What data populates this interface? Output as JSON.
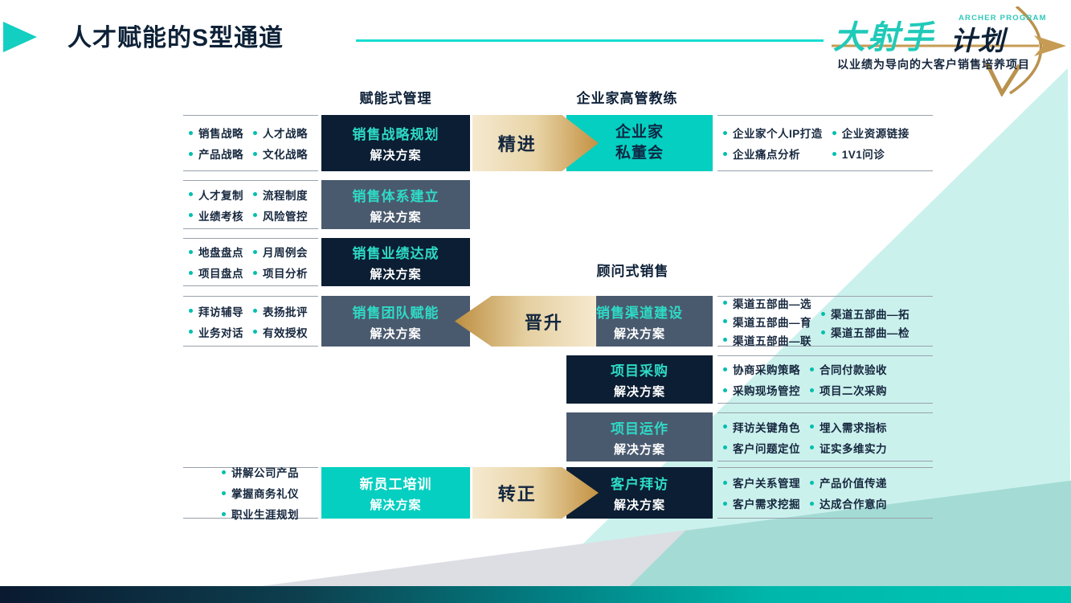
{
  "title": "人才赋能的S型通道",
  "logo": {
    "brand_primary": "大射手",
    "brand_secondary": "计划",
    "program_label": "ARCHER PROGRAM",
    "tagline": "以业绩为导向的大客户销售培养项目"
  },
  "section_headers": {
    "empower_mgmt": "赋能式管理",
    "exec_coach": "企业家高管教练",
    "consult_sales": "顾问式销售"
  },
  "stage_arrows": {
    "promote_top": "精进",
    "promote_mid": "晋升",
    "promote_bottom": "转正"
  },
  "left_rows": [
    {
      "box": {
        "title": "销售战略规划",
        "subtitle": "解决方案"
      },
      "a": [
        "销售战略",
        "产品战略"
      ],
      "b": [
        "人才战略",
        "文化战略"
      ]
    },
    {
      "box": {
        "title": "销售体系建立",
        "subtitle": "解决方案"
      },
      "a": [
        "人才复制",
        "业绩考核"
      ],
      "b": [
        "流程制度",
        "风险管控"
      ]
    },
    {
      "box": {
        "title": "销售业绩达成",
        "subtitle": "解决方案"
      },
      "a": [
        "地盘盘点",
        "项目盘点"
      ],
      "b": [
        "月周例会",
        "项目分析"
      ]
    },
    {
      "box": {
        "title": "销售团队赋能",
        "subtitle": "解决方案"
      },
      "a": [
        "拜访辅导",
        "业务对话"
      ],
      "b": [
        "表扬批评",
        "有效授权"
      ]
    },
    {
      "box": {
        "title": "新员工培训",
        "subtitle": "解决方案"
      },
      "a": [
        "讲解公司产品",
        "掌握商务礼仪",
        "职业生涯规划"
      ]
    }
  ],
  "right_rows": [
    {
      "box": {
        "title": "企业家",
        "subtitle": "私董会"
      },
      "a": [
        "企业家个人IP打造",
        "企业痛点分析"
      ],
      "b": [
        "企业资源链接",
        "1V1问诊"
      ]
    },
    {
      "box": {
        "title": "销售渠道建设",
        "subtitle": "解决方案"
      },
      "a": [
        "渠道五部曲—选",
        "渠道五部曲—育",
        "渠道五部曲—联"
      ],
      "b": [
        "渠道五部曲—拓",
        "渠道五部曲—检"
      ]
    },
    {
      "box": {
        "title": "项目采购",
        "subtitle": "解决方案"
      },
      "a": [
        "协商采购策略",
        "采购现场管控"
      ],
      "b": [
        "合同付款验收",
        "项目二次采购"
      ]
    },
    {
      "box": {
        "title": "项目运作",
        "subtitle": "解决方案"
      },
      "a": [
        "拜访关键角色",
        "客户问题定位"
      ],
      "b": [
        "埋入需求指标",
        "证实多维实力"
      ]
    },
    {
      "box": {
        "title": "客户拜访",
        "subtitle": "解决方案"
      },
      "a": [
        "客户关系管理",
        "客户需求挖掘"
      ],
      "b": [
        "产品价值传递",
        "达成合作意向"
      ]
    }
  ],
  "colors": {
    "accent_teal": "#04cfc0",
    "navy_box": "#0c1e33",
    "slate_box": "#4a5a6e",
    "teal_text": "#2edac6",
    "gold": "#c39141",
    "mint_bg": "#cbf1ed",
    "bullet_dot": "#00bfae"
  }
}
